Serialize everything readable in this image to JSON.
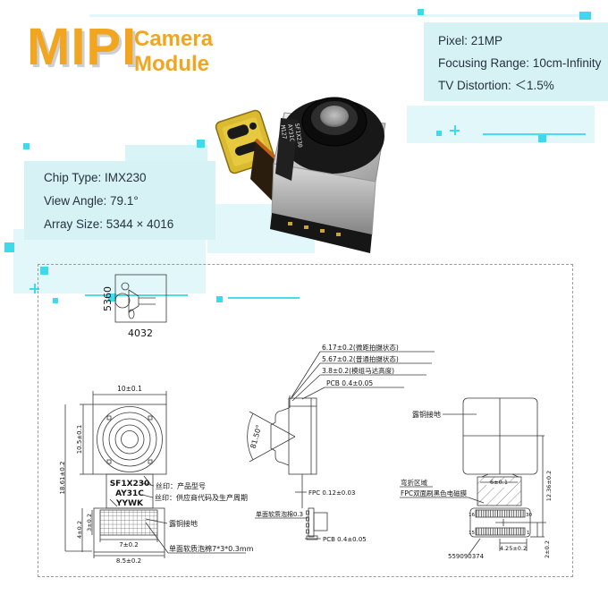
{
  "header": {
    "brand": "MIPI",
    "camera_line1": "Camera",
    "camera_line2": "Module",
    "brand_color": "#f2a51f",
    "accent_cyan": "#3ed9ea",
    "box_cyan": "#d7f2f5"
  },
  "spec_right": {
    "lines": [
      "Pixel: 21MP",
      "Focusing Range: 10cm-Infinity",
      "TV Distortion: ＜1.5%"
    ]
  },
  "spec_left": {
    "lines": [
      "Chip Type: IMX230",
      "View Angle: 79.1°",
      "Array Size: 5344 × 4016"
    ]
  },
  "photo": {
    "marking": [
      "SF1X230",
      "AY31C",
      "M127"
    ]
  },
  "drawing": {
    "schematic": {
      "h": "5360",
      "w": "4032"
    },
    "stack": [
      "6.17±0.2(微距拍摄状态)",
      "5.67±0.2(普通拍摄状态)",
      "3.8±0.2(模组马达高度)",
      "PCB 0.4±0.05"
    ],
    "front": {
      "dim_top": "10±0.1",
      "dim_body_h": "10.5±0.1",
      "dim_total_h": "18.61±0.2",
      "dim_pad4": "4±0.2",
      "dim_pad3": "3±0.2",
      "silk1": "SF1X230",
      "silk2": "AY31C",
      "silk3": "YYWK",
      "dim_7": "7±0.2",
      "dim_85": "8.5±0.2",
      "lbl_model": "丝印：产品型号",
      "lbl_vendor": "丝印：供应商代码及生产周期",
      "lbl_copper": "露铜接地",
      "lbl_foam": "单面软质泡棉7*3*0.3mm"
    },
    "side": {
      "fov": "81.50°",
      "fpc": "FPC 0.12±0.03",
      "foam": "单面软质泡棉0.3",
      "pcb": "PCB 0.4±0.05"
    },
    "rear": {
      "lbl_copper": "露铜接地",
      "dim_bend": "6±0.1",
      "lbl_bend": "弯折区域",
      "lbl_film": "FPC双面刷黑色电磁膜",
      "pin_tl": "16",
      "pin_tr": "30",
      "pin_bl": "15",
      "pin_br": "1",
      "part": "559090374",
      "dim_conn_w": "4.25±0.2",
      "dim_total": "12.36±0.2",
      "dim_conn_h": "2±0.2"
    }
  }
}
